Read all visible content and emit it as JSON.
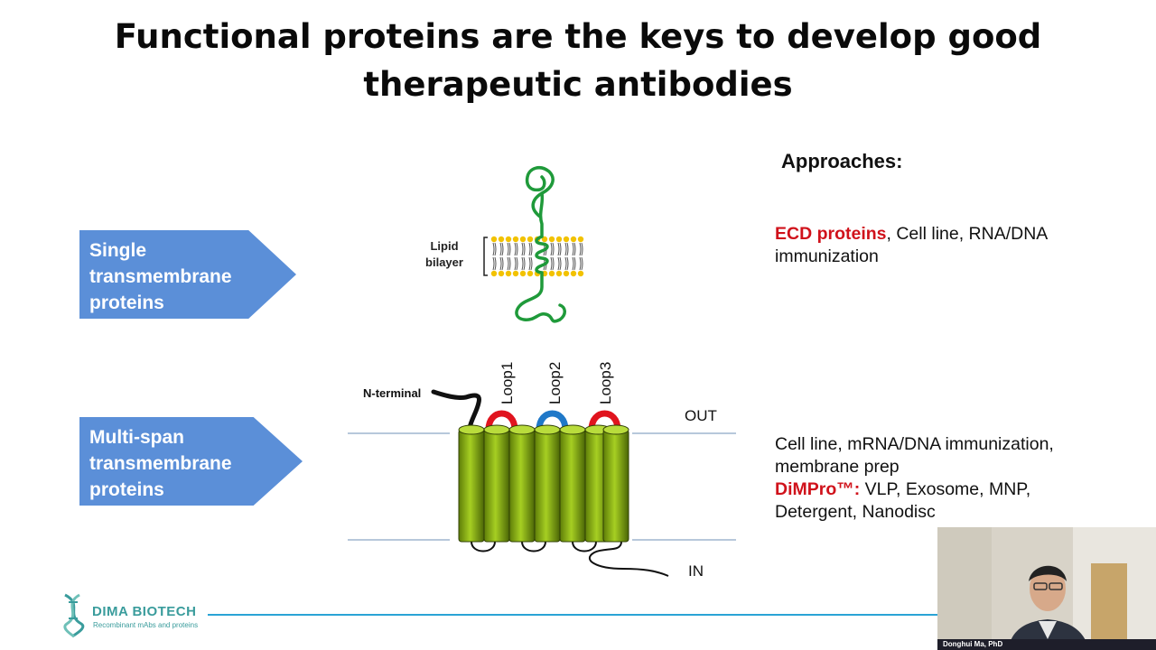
{
  "title": {
    "line1": "Functional proteins are the keys to develop good",
    "line2": "therapeutic antibodies"
  },
  "single": {
    "label_line1": "Single",
    "label_line2": "transmembrane",
    "label_line3": "proteins",
    "diagram_label_line1": "Lipid",
    "diagram_label_line2": "bilayer"
  },
  "multi": {
    "label_line1": "Multi-span",
    "label_line2": "transmembrane",
    "label_line3": "proteins",
    "n_terminal": "N-terminal",
    "loop1": "Loop1",
    "loop2": "Loop2",
    "loop3": "Loop3",
    "out": "OUT",
    "in": "IN"
  },
  "approaches": {
    "heading": "Approaches:",
    "single_highlight": "ECD proteins",
    "single_rest_line1": ", Cell line, RNA/DNA",
    "single_rest_line2": "immunization",
    "multi_line1": "Cell line, mRNA/DNA immunization,",
    "multi_line2": "membrane prep",
    "multi_highlight": "DiMPro™:",
    "multi_line3_rest": " VLP, Exosome, MNP,",
    "multi_line4": "Detergent, Nanodisc"
  },
  "logo": {
    "name": "DIMA BIOTECH",
    "tagline": "Recombinant mAbs and proteins"
  },
  "presenter": {
    "name": "Donghui Ma, PhD"
  },
  "colors": {
    "arrow_fill": "#5b8fd8",
    "highlight_red": "#d0121b",
    "helix_green": "#8bb814",
    "loop_red": "#e0141e",
    "loop_blue": "#1f78c8",
    "accent_line": "#2aa4d6"
  }
}
